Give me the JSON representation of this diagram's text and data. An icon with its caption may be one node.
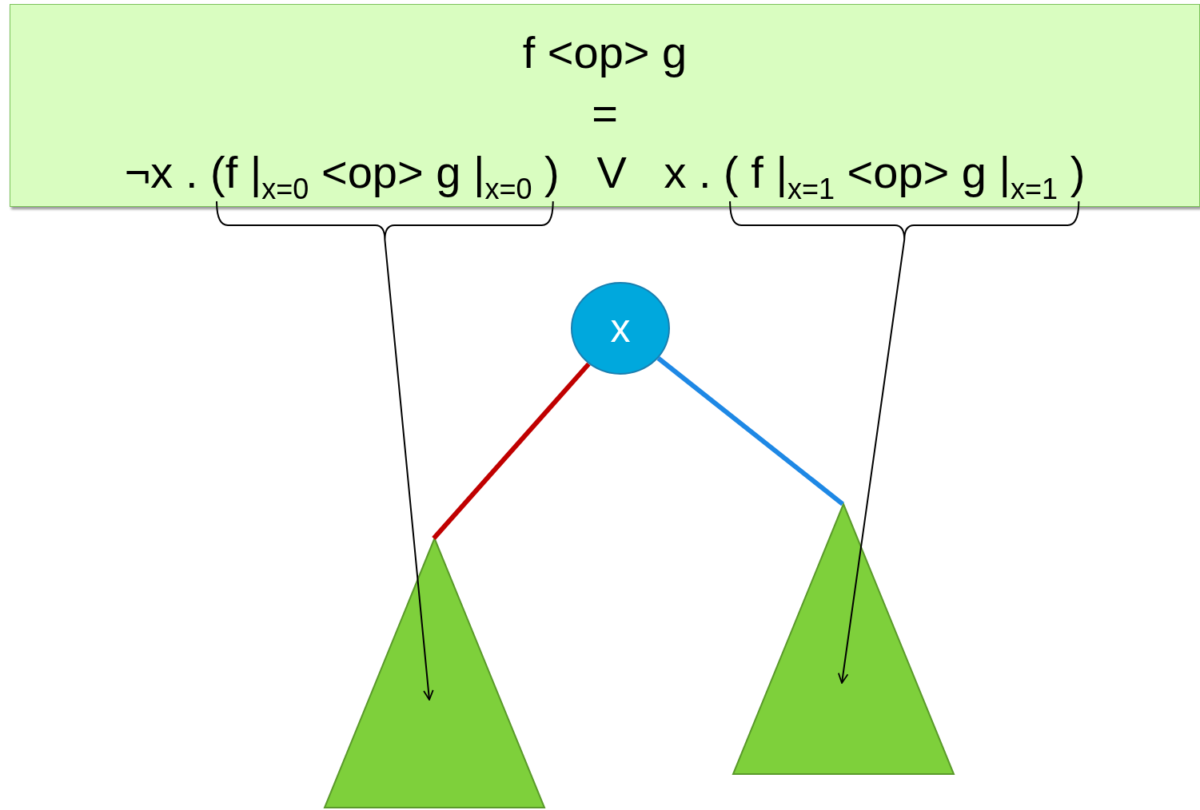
{
  "diagram": {
    "nodes": [
      {
        "text": [
          "f <op> g",
          "=",
          "¬x .",
          "V",
          "x ."
        ]
      },
      {
        "text": [
          "(f |$_{x=0}$ <op> g |$_{x=0}$ )"
        ],
        "in": 0
      },
      {
        "text": [
          "( f |$_{x=1}$ <op> g |$_{x=1}$ )"
        ],
        "in": 0
      },
      {
        "text": [
          "x"
        ]
      },
      {
        "text": [],
        "shape": "triangle"
      },
      {
        "text": [],
        "shape": "triangle"
      }
    ],
    "edges": [
      {
        "from": 1,
        "to": 4,
        "arrow": "to"
      },
      {
        "from": 2,
        "to": 5,
        "arrow": "to"
      },
      {
        "from": 3,
        "to": 4,
        "arrow": "none",
        "style": "thick",
        "color": "#c00000"
      },
      {
        "from": 3,
        "to": 5,
        "arrow": "none",
        "style": "thick",
        "color": "#1e88e5"
      }
    ]
  }
}
